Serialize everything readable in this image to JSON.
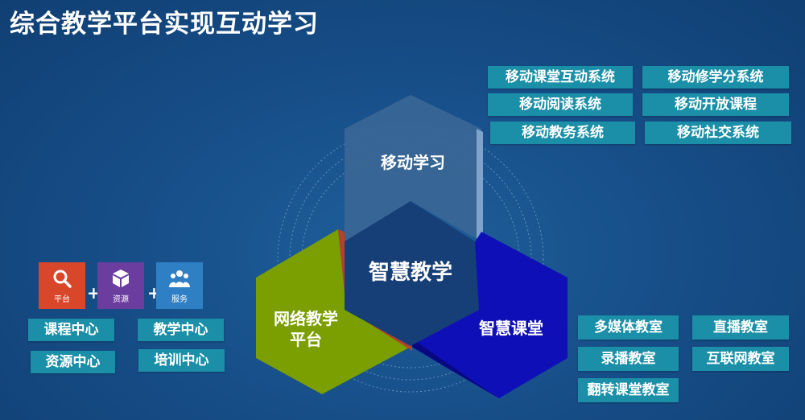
{
  "title": "综合教学平台实现互动学习",
  "center": "智慧教学",
  "segments": {
    "top": "移动学习",
    "right": "智慧课堂",
    "left_line1": "网络教学",
    "left_line2": "平台"
  },
  "mobile_tags": [
    "移动课堂互动系统",
    "移动修学分系统",
    "移动阅读系统",
    "移动开放课程",
    "移动教务系统",
    "移动社交系统"
  ],
  "classroom_tags": [
    "多媒体教室",
    "直播教室",
    "录播教室",
    "互联网教室",
    "翻转课堂教室"
  ],
  "platform_tags": [
    "课程中心",
    "教学中心",
    "资源中心",
    "培训中心"
  ],
  "tiles": [
    {
      "label": "平台",
      "icon": "search-icon",
      "color": "#d9472b"
    },
    {
      "label": "资源",
      "icon": "cube-icon",
      "color": "#6a3d9e"
    },
    {
      "label": "服务",
      "icon": "users-icon",
      "color": "#2f7fc4"
    }
  ],
  "plus": "+",
  "colors": {
    "tag": "#1b8fa7",
    "top_segment": "#3a6796",
    "right_segment": "#0f0fb8",
    "left_segment": "#7b9e00",
    "center": "#163f78"
  }
}
